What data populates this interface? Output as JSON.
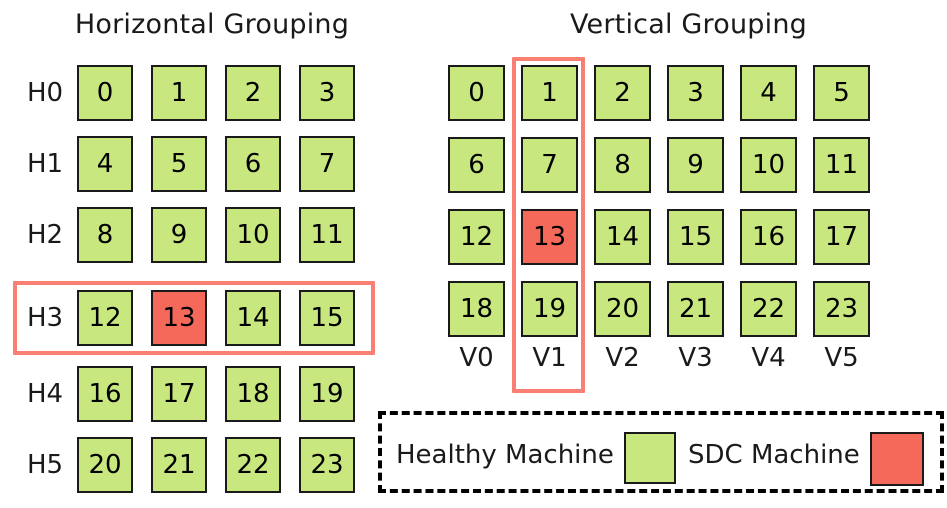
{
  "figure": {
    "colors": {
      "healthy": "#c8e77f",
      "sdc": "#f4695a",
      "highlight_border": "#f97f72",
      "cell_border": "#1a1a1a",
      "legend_border": "#000000",
      "background": "#ffffff"
    }
  },
  "panels": {
    "horizontal": {
      "title": "Horizontal Grouping",
      "row_labels": [
        "H0",
        "H1",
        "H2",
        "H3",
        "H4",
        "H5"
      ],
      "columns": 4,
      "rows": 6,
      "cells": [
        [
          "0",
          "1",
          "2",
          "3"
        ],
        [
          "4",
          "5",
          "6",
          "7"
        ],
        [
          "8",
          "9",
          "10",
          "11"
        ],
        [
          "12",
          "13",
          "14",
          "15"
        ],
        [
          "16",
          "17",
          "18",
          "19"
        ],
        [
          "20",
          "21",
          "22",
          "23"
        ]
      ],
      "sdc_value": "13",
      "highlighted_group": "H3"
    },
    "vertical": {
      "title": "Vertical Grouping",
      "column_labels": [
        "V0",
        "V1",
        "V2",
        "V3",
        "V4",
        "V5"
      ],
      "columns": 6,
      "rows": 4,
      "cells": [
        [
          "0",
          "1",
          "2",
          "3",
          "4",
          "5"
        ],
        [
          "6",
          "7",
          "8",
          "9",
          "10",
          "11"
        ],
        [
          "12",
          "13",
          "14",
          "15",
          "16",
          "17"
        ],
        [
          "18",
          "19",
          "20",
          "21",
          "22",
          "23"
        ]
      ],
      "sdc_value": "13",
      "highlighted_group": "V1"
    }
  },
  "legend": {
    "healthy_label": "Healthy Machine",
    "sdc_label": "SDC Machine"
  }
}
